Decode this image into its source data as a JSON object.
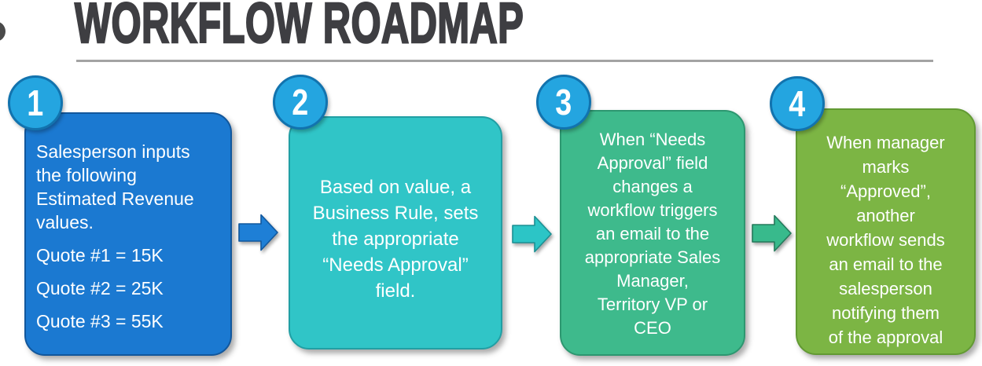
{
  "header": {
    "title": "WORKFLOW ROADMAP",
    "title_color": "#3e3e42",
    "divider_color": "#a3a3a3"
  },
  "decor": {
    "corner_shape_color": "#4a4a4a"
  },
  "steps": [
    {
      "number": "1",
      "card_color": "#1b79d1",
      "card_border": "#12579c",
      "circle_color": "#24a5e0",
      "circle_border": "#1273ae",
      "lines": [
        "Salesperson inputs",
        "the following",
        "Estimated Revenue",
        "values.",
        "Quote #1 = 15K",
        "Quote #2 = 25K",
        "Quote #3 = 55K"
      ]
    },
    {
      "number": "2",
      "card_color": "#30c5c7",
      "card_border": "#219fa4",
      "circle_color": "#24a5e0",
      "circle_border": "#1273ae",
      "lines": [
        "Based on value, a",
        "Business Rule, sets",
        "the appropriate",
        "“Needs Approval”",
        "field."
      ]
    },
    {
      "number": "3",
      "card_color": "#3eba8c",
      "card_border": "#2d9770",
      "circle_color": "#24a5e0",
      "circle_border": "#1273ae",
      "lines": [
        "When “Needs",
        "Approval” field",
        "changes a",
        "workflow triggers",
        "an email to the",
        "appropriate Sales",
        "Manager,",
        "Territory VP or",
        "CEO"
      ]
    },
    {
      "number": "4",
      "card_color": "#7cb544",
      "card_border": "#629a33",
      "circle_color": "#24a5e0",
      "circle_border": "#1273ae",
      "lines": [
        "When manager",
        "marks",
        "“Approved”,",
        "another",
        "workflow sends",
        "an email to the",
        "salesperson",
        "notifying them",
        "of the approval"
      ]
    }
  ],
  "arrows": [
    {
      "color": "#1e7fd6",
      "border": "#11589e"
    },
    {
      "color": "#2cc5c6",
      "border": "#1b9093"
    },
    {
      "color": "#38ba8c",
      "border": "#247a5b"
    }
  ]
}
